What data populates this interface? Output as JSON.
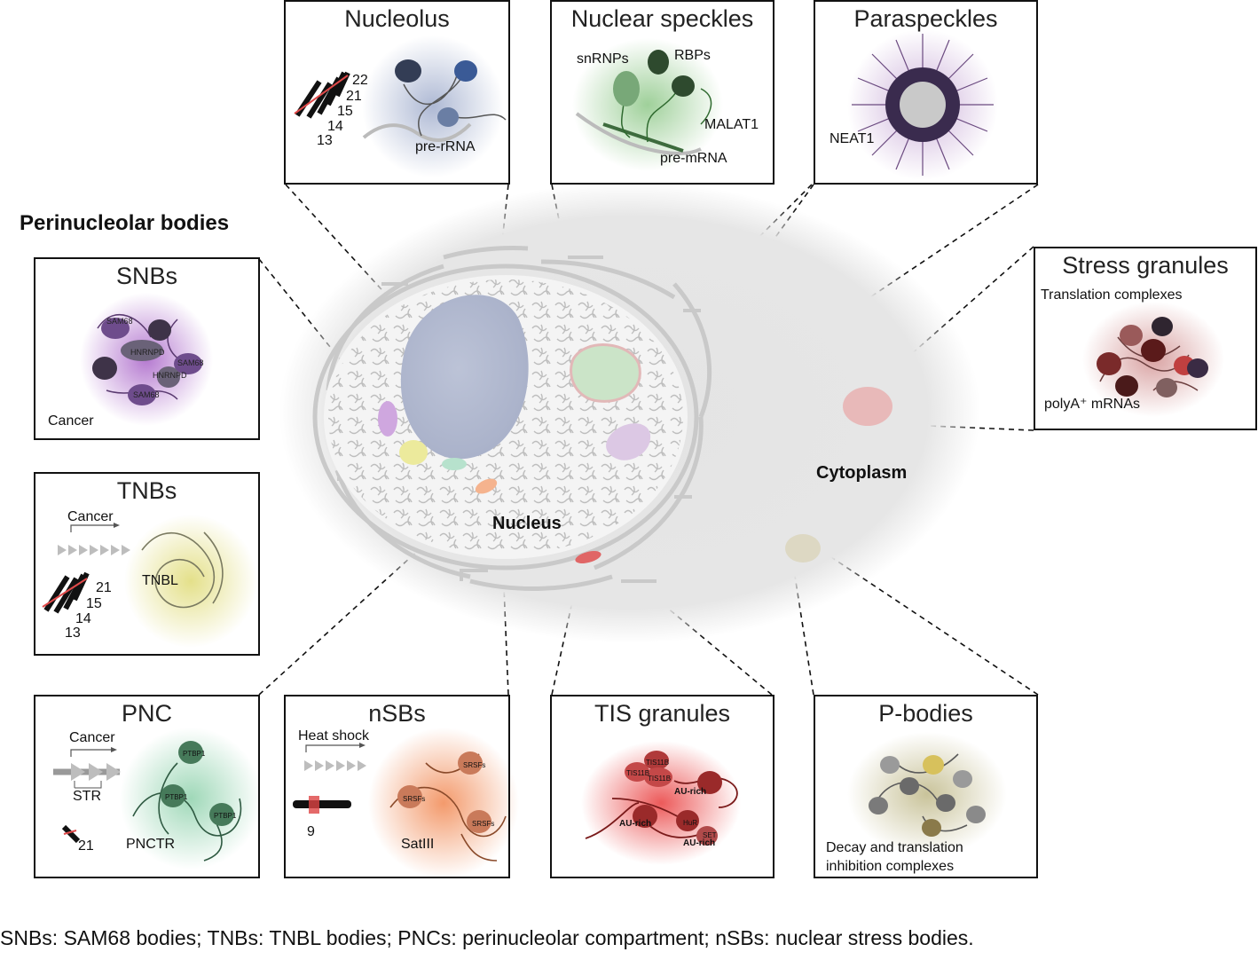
{
  "heading": "Perinucleolar bodies",
  "regions": {
    "nucleus": "Nucleus",
    "cytoplasm": "Cytoplasm"
  },
  "panels": {
    "nucleolus": {
      "title": "Nucleolus",
      "chromosomes": [
        "22",
        "21",
        "15",
        "14",
        "13"
      ],
      "rna": "pre-rRNA"
    },
    "speckles": {
      "title": "Nuclear speckles",
      "snrnps": "snRNPs",
      "rbps": "RBPs",
      "malat": "MALAT1",
      "premrna": "pre-mRNA"
    },
    "paraspeckles": {
      "title": "Paraspeckles",
      "neat": "NEAT1"
    },
    "stress": {
      "title": "Stress granules",
      "complexes": "Translation complexes",
      "polya": "polyA⁺ mRNAs"
    },
    "snbs": {
      "title": "SNBs",
      "cancer": "Cancer",
      "proteins": [
        "SAM68",
        "HNRNPD",
        "HNRNPD",
        "SAM68",
        "SAM68"
      ]
    },
    "tnbs": {
      "title": "TNBs",
      "cancer": "Cancer",
      "tnbl": "TNBL",
      "chromosomes": [
        "21",
        "15",
        "14",
        "13"
      ]
    },
    "pnc": {
      "title": "PNC",
      "cancer": "Cancer",
      "str": "STR",
      "chrom": "21",
      "pnctr": "PNCTR",
      "protein": "PTBP1"
    },
    "nsbs": {
      "title": "nSBs",
      "heat": "Heat shock",
      "chrom": "9",
      "satiii": "SatIII",
      "protein": "SRSFs"
    },
    "tis": {
      "title": "TIS granules",
      "tis11b": "TIS11B",
      "aurich": "AU-rich",
      "hur": "HuR",
      "set": "SET"
    },
    "pbodies": {
      "title": "P-bodies",
      "decay1": "Decay and translation",
      "decay2": "inhibition complexes"
    }
  },
  "footer": "SNBs: SAM68 bodies; TNBs: TNBL bodies; PNCs: perinucleolar compartment; nSBs: nuclear stress bodies.",
  "colors": {
    "nucleolus": "#b8bfd6",
    "speckle": "#b9d9b5",
    "paraspeckle": "#d8c5df",
    "stress": "#e6b6b6",
    "snb": "#c99bdc",
    "tnb": "#e6e39c",
    "pnc": "#bfe3cf",
    "nsb": "#f4b390",
    "tis": "#e06464",
    "pbody": "#d8d2b6"
  }
}
